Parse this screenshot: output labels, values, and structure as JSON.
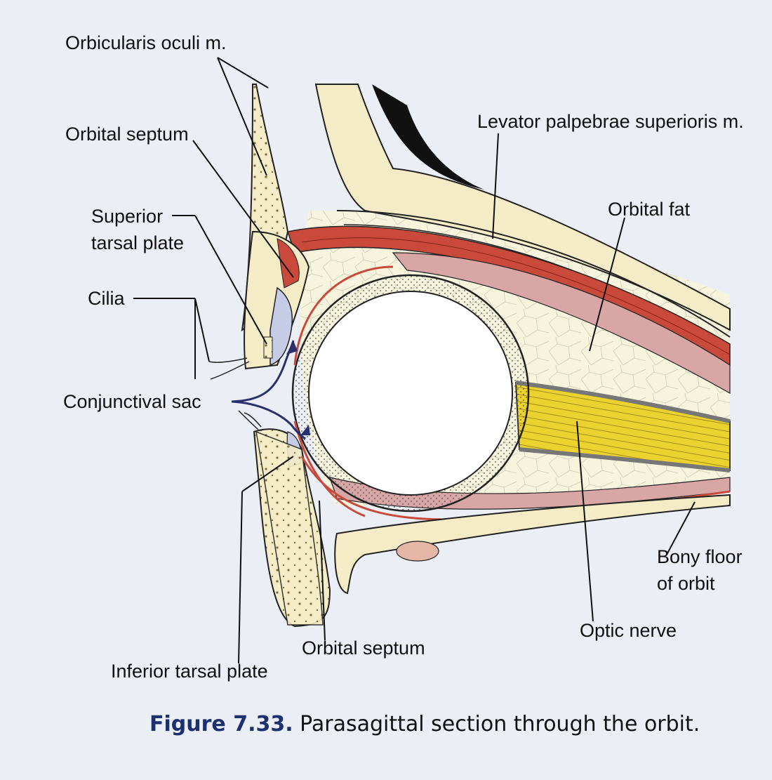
{
  "figure": {
    "number": "Figure 7.33.",
    "caption": "Parasagittal section through the orbit."
  },
  "labels": {
    "orbicularis_oculi": "Orbicularis oculi m.",
    "orbital_septum_upper": "Orbital septum",
    "superior_tarsal_plate_line1": "Superior",
    "superior_tarsal_plate_line2": "tarsal plate",
    "cilia": "Cilia",
    "conjunctival_sac": "Conjunctival sac",
    "inferior_tarsal_plate": "Inferior tarsal plate",
    "orbital_septum_lower": "Orbital septum",
    "levator_palpebrae": "Levator palpebrae superioris m.",
    "orbital_fat": "Orbital fat",
    "optic_nerve": "Optic nerve",
    "bony_floor_line1": "Bony floor",
    "bony_floor_line2": "of orbit"
  },
  "colors": {
    "background": "#eceef6",
    "bone": "#f3ecc6",
    "bone_dots": "#7a6a3a",
    "muscle": "#c94a3a",
    "muscle_pale": "#d9a6a6",
    "globe_ring": "#f5f0ea",
    "optic_nerve": "#e9cf2a",
    "fat": "#f6f4dc",
    "conjunctiva": "#2a2f6e",
    "caption_number": "#1c2f6e"
  }
}
